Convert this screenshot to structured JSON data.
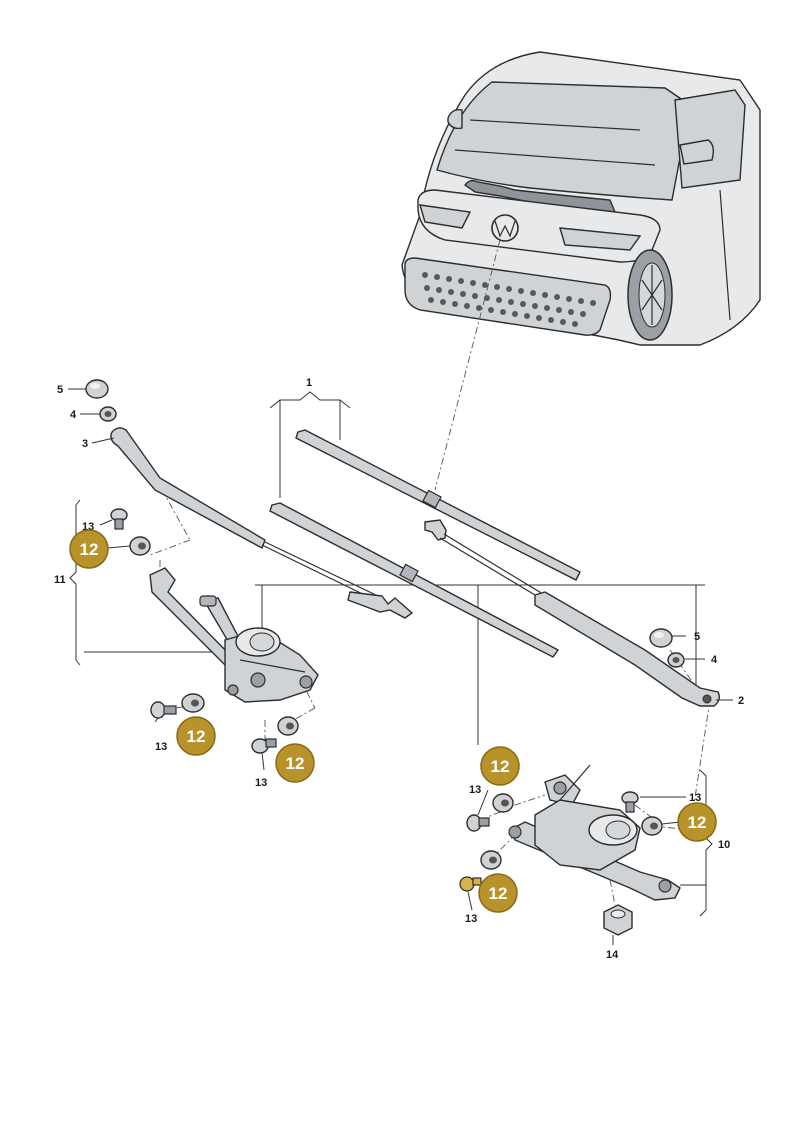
{
  "labels": {
    "l1": "1",
    "l2": "2",
    "l3": "3",
    "l4a": "4",
    "l4b": "4",
    "l5a": "5",
    "l5b": "5",
    "l10": "10",
    "l11": "11",
    "l13a": "13",
    "l13b": "13",
    "l13c": "13",
    "l13d": "13",
    "l13e": "13",
    "l13f": "13",
    "l14": "14"
  },
  "badges": {
    "b1": "12",
    "b2": "12",
    "b3": "12",
    "b4": "12",
    "b5": "12",
    "b6": "12"
  },
  "colors": {
    "badge_fill": "#b8922a",
    "badge_stroke": "#8a6a14",
    "line": "#333333"
  }
}
